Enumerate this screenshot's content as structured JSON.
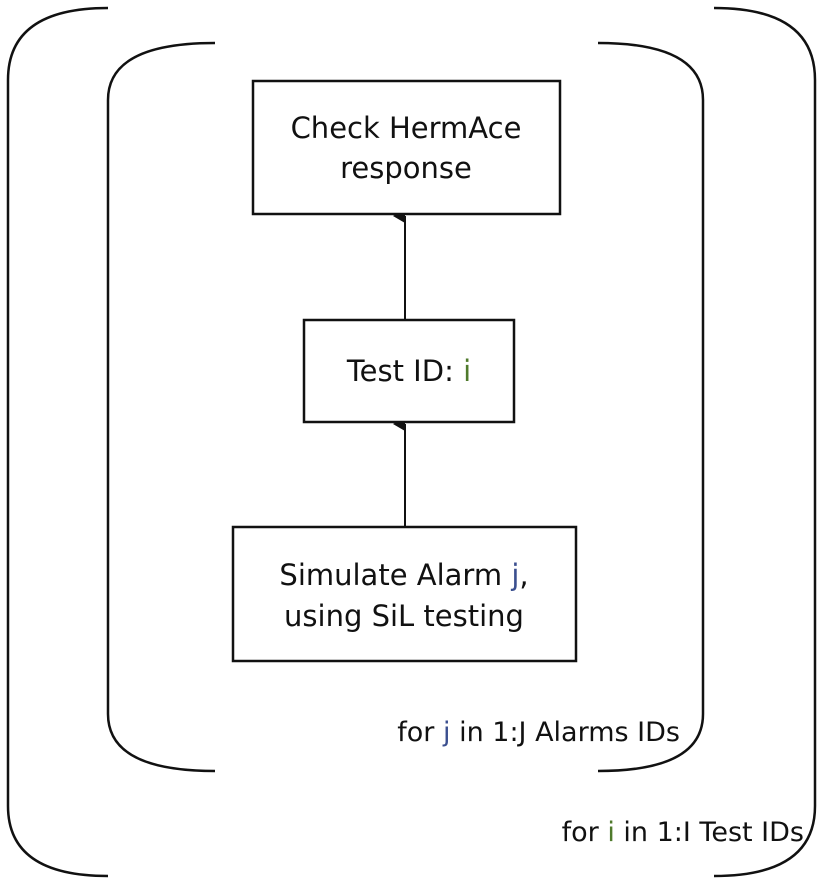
{
  "nodes": {
    "check": {
      "line1": "Check HermAce",
      "line2": "response"
    },
    "test": {
      "prefix": "Test ID: ",
      "var": "i"
    },
    "simulate": {
      "line1_prefix": "Simulate Alarm ",
      "line1_var": "j",
      "line1_suffix": ",",
      "line2": "using SiL testing"
    }
  },
  "loops": {
    "inner": {
      "prefix": "for ",
      "var": "j",
      "suffix": " in 1:J Alarms IDs"
    },
    "outer": {
      "prefix": "for ",
      "var": "i",
      "suffix": " in 1:I Test IDs"
    }
  },
  "edges": [
    {
      "from": "simulate",
      "to": "test"
    },
    {
      "from": "test",
      "to": "check"
    }
  ],
  "colors": {
    "var_j": "#3b4f8f",
    "var_i": "#4f7a2c"
  }
}
